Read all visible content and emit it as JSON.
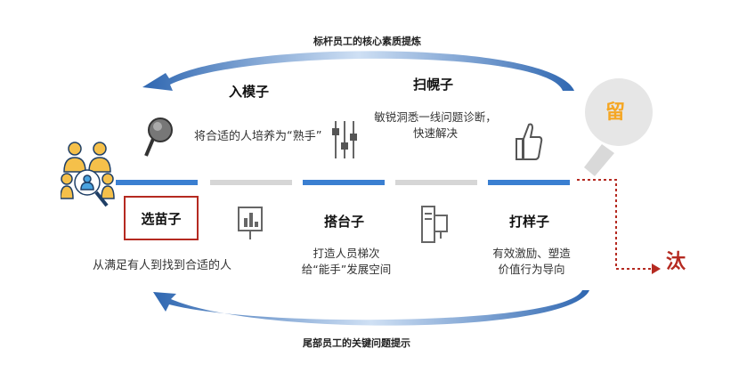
{
  "top_caption": "标杆员工的核心素质提炼",
  "bottom_caption": "尾部员工的关键问题提示",
  "stages_top": [
    {
      "title": "入模子",
      "desc": "将合适的人培养为“熟手”"
    },
    {
      "title": "扫幌子",
      "desc_line1": "敏锐洞悉一线问题诊断，",
      "desc_line2": "快速解决"
    }
  ],
  "stages_bottom": [
    {
      "title": "选苗子",
      "desc": "从满足有人到找到合适的人"
    },
    {
      "title": "搭台子",
      "desc_line1": "打造人员梯次",
      "desc_line2": "给“能手”发展空间"
    },
    {
      "title": "打样子",
      "desc_line1": "有效激励、塑造",
      "desc_line2": "价值行为导向"
    }
  ],
  "retain_label": "留",
  "eliminate_label": "汰",
  "colors": {
    "accent_blue": "#3a7fd1",
    "retain_orange": "#f5a623",
    "eliminate_red": "#b52a21"
  }
}
